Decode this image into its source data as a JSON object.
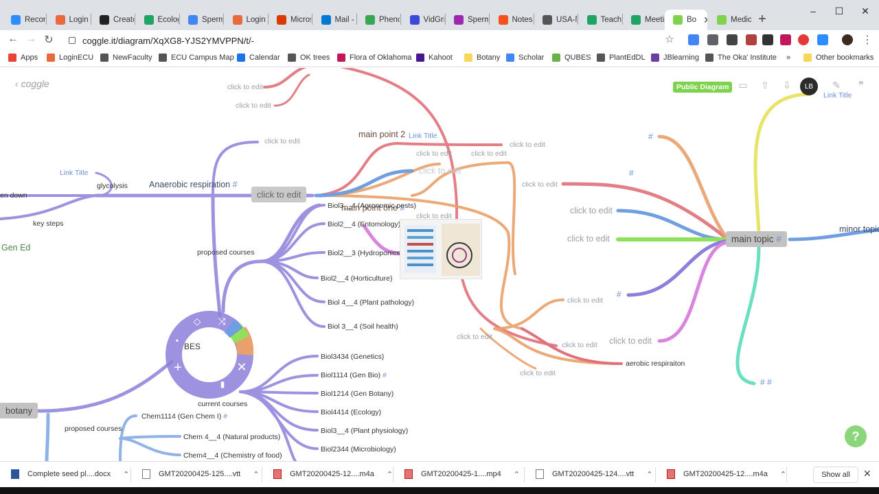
{
  "browser": {
    "tabs": [
      {
        "label": "Record",
        "color": "#2d8cff"
      },
      {
        "label": "Login",
        "color": "#e8693b"
      },
      {
        "label": "Create",
        "color": "#222222"
      },
      {
        "label": "Ecolog",
        "color": "#1fa463"
      },
      {
        "label": "Sperm",
        "color": "#4285f4"
      },
      {
        "label": "Login",
        "color": "#e8693b"
      },
      {
        "label": "Micros",
        "color": "#d83b01"
      },
      {
        "label": "Mail -",
        "color": "#0078d4"
      },
      {
        "label": "Pheno",
        "color": "#34a853"
      },
      {
        "label": "VidGri",
        "color": "#3b4bd8"
      },
      {
        "label": "Sperm",
        "color": "#9c27b0"
      },
      {
        "label": "Notes",
        "color": "#f4511e"
      },
      {
        "label": "USA-N",
        "color": "#555555"
      },
      {
        "label": "Teache",
        "color": "#1fa463"
      },
      {
        "label": "Meetin",
        "color": "#1fa463"
      },
      {
        "label": "Bo",
        "color": "#7ed24c",
        "active": true
      },
      {
        "label": "Medic",
        "color": "#7ed24c"
      }
    ],
    "url": "coggle.it/diagram/XqXG8-YJS2YMVPPN/t/-",
    "bookmarks": [
      {
        "label": "Apps",
        "color": "#ea4335"
      },
      {
        "label": "LoginECU",
        "color": "#e8693b"
      },
      {
        "label": "NewFaculty",
        "color": "#555555"
      },
      {
        "label": "ECU Campus Map",
        "color": "#555555"
      },
      {
        "label": "Calendar",
        "color": "#1a73e8"
      },
      {
        "label": "OK trees",
        "color": "#555555"
      },
      {
        "label": "Flora of Oklahoma",
        "color": "#c2185b"
      },
      {
        "label": "Kahoot",
        "color": "#46178f"
      },
      {
        "label": "Botany",
        "color": "#f9d65c"
      },
      {
        "label": "Scholar",
        "color": "#4285f4"
      },
      {
        "label": "QUBES",
        "color": "#6ab04c"
      },
      {
        "label": "PlantEdDL",
        "color": "#555555"
      },
      {
        "label": "JBlearning",
        "color": "#6b3fa0"
      },
      {
        "label": "The Oka' Institute",
        "color": "#555555"
      },
      {
        "label": "»",
        "color": "#ffffff"
      },
      {
        "label": "Other bookmarks",
        "color": "#f9d65c"
      }
    ]
  },
  "app": {
    "logo": "coggle",
    "badge": "Public Diagram",
    "avatar": "LB",
    "help": "?",
    "link_title_corner": "Link Title"
  },
  "nodes": {
    "click_a": "click to edit",
    "click_b": "click to edit",
    "click_c": "click to edit",
    "main_point_2": "main point 2",
    "link_title_1": "Link Title",
    "click_d": "click to edit",
    "click_e": "click to edit",
    "click_f": "click to edit",
    "click_g": "click to edit",
    "link_title_2": "Link Title",
    "glycolysis": "glycolysis",
    "anaerobic": "Anaerobic respiration",
    "anaerobic_hash": "#",
    "central": "click to edit",
    "broken_down": "en down",
    "key_steps": "key steps",
    "gen_ed": "Gen Ed",
    "main_point_one": "main point one",
    "main_point_one_hash": "#",
    "click_h": "click to edit",
    "proposed_courses_1": "proposed courses",
    "biol_agronomic": "Biol3__4 (Agronomic pests)",
    "biol_entomology": "Biol2__4 (Entomology)",
    "biol_hydroponics": "Biol2__3 (Hydroponics)",
    "biol_horticulture": "Biol2__4 (Horticulture)",
    "biol_pathology": "Biol 4__4 (Plant pathology)",
    "biol_soil": "Biol 3__4 (Soil health)",
    "ring_label": "BES",
    "current_courses": "current courses",
    "biol_genetics": "Biol3434 (Genetics)",
    "biol_genbio": "Biol1114 (Gen Bio)",
    "biol_genbio_hash": "#",
    "biol_genbotany": "Biol1214 (Gen Botany)",
    "biol_ecology": "Biol4414 (Ecology)",
    "biol_physiology": "Biol3__4 (Plant physiology)",
    "biol_micro": "Biol2344 (Microbiology)",
    "botany": "botany",
    "proposed_courses_2": "proposed courses",
    "chem_gen": "Chem1114 (Gen Chem I)",
    "chem_gen_hash": "#",
    "chem_natural": "Chem 4__4 (Natural products)",
    "chem_food": "Chem4__4 (Chemistry of food)",
    "click_i": "click to edit",
    "click_j": "click to edit",
    "click_k": "click to edit",
    "aerobic": "aerobic respiraiton",
    "hash_1": "#",
    "hash_2": "#",
    "click_l": "click to edit",
    "click_m": "click to edit",
    "click_n": "click to edit",
    "hash_3": "#",
    "click_o": "click to edit",
    "main_topic": "main topic",
    "main_topic_hash": "#",
    "minor_topic": "minor topic",
    "hash_hash": "# #"
  },
  "downloads": {
    "items": [
      {
        "name": "Complete seed pl....docx",
        "type": "word"
      },
      {
        "name": "GMT20200425-125....vtt",
        "type": "doc"
      },
      {
        "name": "GMT20200425-12....m4a",
        "type": "media"
      },
      {
        "name": "GMT20200425-1....mp4",
        "type": "media"
      },
      {
        "name": "GMT20200425-124....vtt",
        "type": "doc"
      },
      {
        "name": "GMT20200425-12....m4a",
        "type": "media"
      }
    ],
    "show_all": "Show all"
  },
  "colors": {
    "purple": "#8b7fdb",
    "red": "#e0707a",
    "orange": "#e9a06a",
    "blue": "#6f9fe0",
    "green": "#8fe05a",
    "yellow": "#e8e46a",
    "teal": "#6be0c0",
    "pink": "#d985e0",
    "lightblue": "#8fb3e8"
  }
}
